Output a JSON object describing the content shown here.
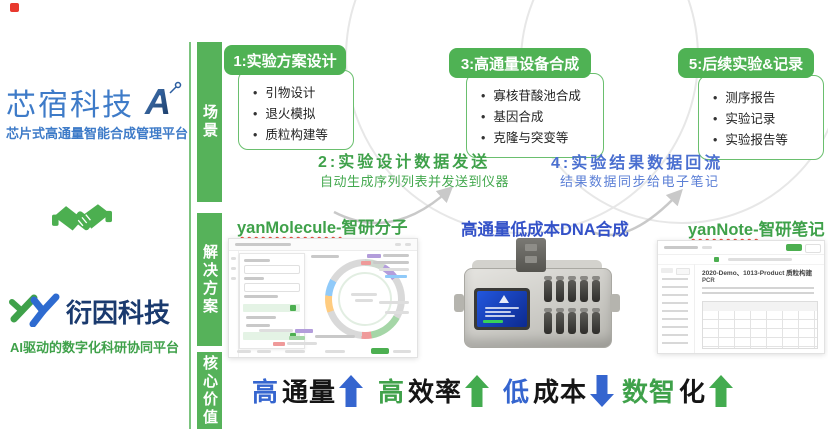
{
  "colors": {
    "green_primary": "#4fb254",
    "green_text": "#3fa14a",
    "blue_step": "#4a6fd0",
    "blue_device_title": "#3452c8",
    "brand_blue": "#3e7bc8",
    "brand_navy": "#1a3a6e",
    "arrow_grey": "#c9c9c9",
    "red_accent": "#e8392e",
    "value_blue": "#3565cf",
    "value_green": "#43ab4f"
  },
  "brands": {
    "xinsu": {
      "name": "芯宿科技",
      "tagline": "芯片式高通量智能合成管理平台"
    },
    "yanyin": {
      "name": "衍因科技",
      "tagline": "AI驱动的数字化科研协同平台"
    }
  },
  "rail": {
    "sections": [
      {
        "label": "场景"
      },
      {
        "label": "解决方案"
      },
      {
        "label": "核心价值"
      }
    ]
  },
  "flow": {
    "boxes": [
      {
        "title": "1:实验方案设计",
        "items": [
          "引物设计",
          "退火模拟",
          "质粒构建等"
        ]
      },
      {
        "title": "3:高通量设备合成",
        "items": [
          "寡核苷酸池合成",
          "基因合成",
          "克隆与突变等"
        ]
      },
      {
        "title": "5:后续实验&记录",
        "items": [
          "测序报告",
          "实验记录",
          "实验报告等"
        ]
      }
    ],
    "steps": [
      {
        "title": "2:实验设计数据发送",
        "subtitle": "自动生成序列列表并发送到仪器"
      },
      {
        "title": "4:实验结果数据回流",
        "subtitle": "结果数据同步给电子笔记"
      }
    ]
  },
  "solutions": {
    "molecule": {
      "title_en": "yanMolecule-",
      "title_zh": "智研分子"
    },
    "device": {
      "title": "高通量低成本DNA合成"
    },
    "note": {
      "title_en": "yanNote-",
      "title_zh": "智研笔记",
      "doc_title": "2020-Demo、1013-Product 质粒构建",
      "doc_section": "PCR"
    }
  },
  "values": [
    {
      "lead": "高",
      "rest": "通量",
      "arrow": "up",
      "arrow_color": "#3565cf"
    },
    {
      "lead": "高",
      "rest": "效率",
      "arrow": "up",
      "arrow_color": "#43ab4f"
    },
    {
      "lead": "低",
      "rest": "成本",
      "arrow": "down",
      "arrow_color": "#3565cf"
    },
    {
      "lead": "数智",
      "rest": "化",
      "arrow": "up",
      "arrow_color": "#43ab4f"
    }
  ]
}
